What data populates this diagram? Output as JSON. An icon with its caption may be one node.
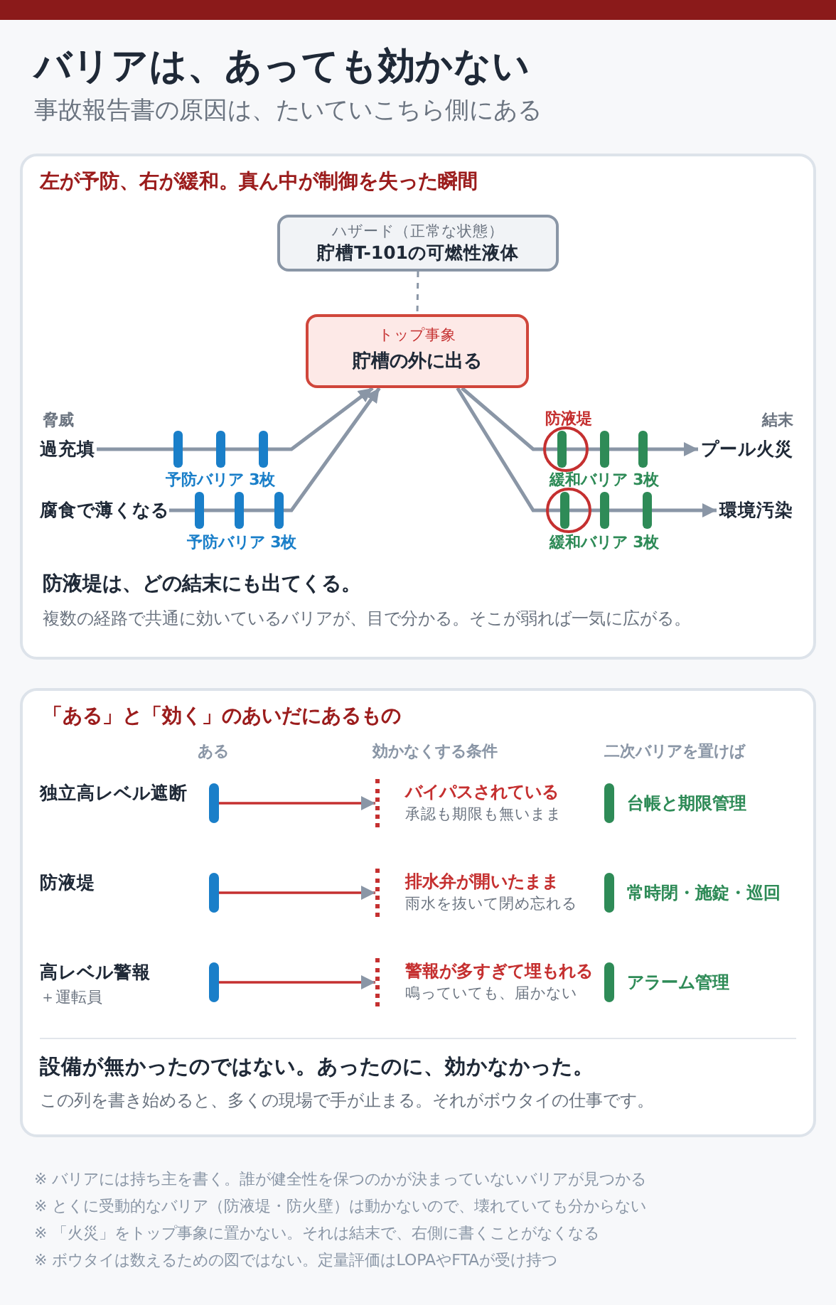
{
  "diagram": {
    "title": "バリアは、あっても効かない",
    "nodes": [
      {
        "text": [
          "ハザード（正常な状態）",
          "貯槽T-101の可燃性液体"
        ]
      },
      {
        "text": [
          "トップ事象",
          "貯槽の外に出る"
        ]
      },
      {
        "text": [
          "過充填"
        ]
      },
      {
        "text": [
          "腐食で薄くなる"
        ]
      },
      {
        "text": [
          "プール火災"
        ]
      },
      {
        "text": [
          "環境汚染"
        ]
      },
      {
        "text": [],
        "shape": "bar"
      },
      {
        "text": [
          "バイパスされている",
          "承認も期限も無いまま"
        ]
      },
      {
        "text": [],
        "shape": "bar"
      },
      {
        "text": [
          "排水弁が開いたまま",
          "雨水を抜いて閉め忘れる"
        ]
      },
      {
        "text": [],
        "shape": "bar"
      },
      {
        "text": [
          "警報が多すぎて埋もれる",
          "鳴っていても、届かない"
        ]
      }
    ],
    "edges": [
      {
        "from": 0,
        "to": 1,
        "arrow": "none",
        "style": "dashed"
      },
      {
        "from": 2,
        "to": 1,
        "arrow": "to"
      },
      {
        "from": 3,
        "to": 1,
        "arrow": "to"
      },
      {
        "from": 1,
        "to": 4,
        "arrow": "to"
      },
      {
        "from": 1,
        "to": 5,
        "arrow": "to"
      },
      {
        "from": 6,
        "to": 7,
        "arrow": "to",
        "color": "#c53030"
      },
      {
        "from": 8,
        "to": 9,
        "arrow": "to",
        "color": "#c53030"
      },
      {
        "from": 10,
        "to": 11,
        "arrow": "to",
        "color": "#c53030"
      }
    ],
    "labels": [
      "事故報告書の原因は、たいていこちら側にある",
      "左が予防、右が緩和。真ん中が制御を失った瞬間",
      "脅威",
      "防液堤",
      "結末",
      "予防バリア 3枚",
      "緩和バリア 3枚",
      "予防バリア 3枚",
      "緩和バリア 3枚",
      "防液堤は、どの結末にも出てくる。",
      "複数の経路で共通に効いているバリアが、目で分かる。そこが弱れば一気に広がる。",
      "「ある」と「効く」のあいだにあるもの",
      "ある",
      "効かなくする条件",
      "二次バリアを置けば",
      "独立高レベル遮断",
      "台帳と期限管理",
      "防液堤",
      "常時閉・施錠・巡回",
      "高レベル警報",
      "＋運転員",
      "アラーム管理",
      "設備が無かったのではない。あったのに、効かなかった。",
      "この列を書き始めると、多くの現場で手が止まる。それがボウタイの仕事です。",
      "※ バリアには持ち主を書く。誰が健全性を保つのかが決まっていないバリアが見つかる",
      "※ とくに受動的なバリア（防液堤・防火壁）は動かないので、壊れていても分からない",
      "※ 「火災」をトップ事象に置かない。それは結末で、右側に書くことがなくなる",
      "※ ボウタイは数えるための図ではない。定量評価はLOPAやFTAが受け持つ"
    ]
  }
}
